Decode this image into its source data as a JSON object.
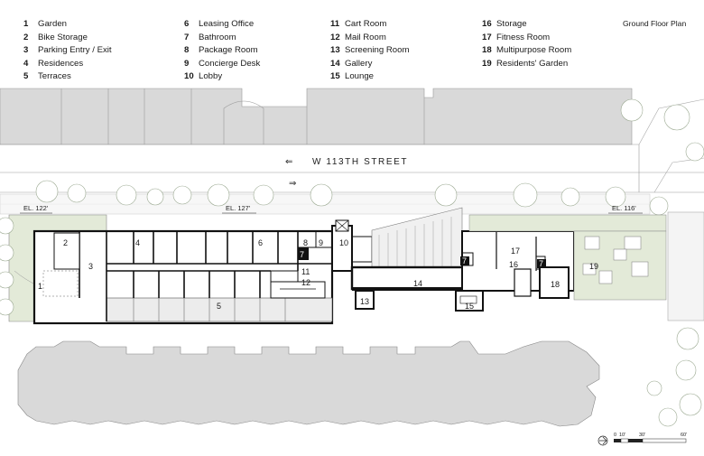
{
  "title": "Ground Floor Plan",
  "street": {
    "name": "W 113TH STREET",
    "arrow_left": "⇐",
    "arrow_right": "⇒"
  },
  "elevations": [
    "EL. 122'",
    "EL. 127'",
    "EL. 116'"
  ],
  "legend": [
    {
      "num": "1",
      "label": "Garden"
    },
    {
      "num": "2",
      "label": "Bike Storage"
    },
    {
      "num": "3",
      "label": "Parking Entry / Exit"
    },
    {
      "num": "4",
      "label": "Residences"
    },
    {
      "num": "5",
      "label": "Terraces"
    },
    {
      "num": "6",
      "label": "Leasing Office"
    },
    {
      "num": "7",
      "label": "Bathroom"
    },
    {
      "num": "8",
      "label": "Package Room"
    },
    {
      "num": "9",
      "label": "Concierge Desk"
    },
    {
      "num": "10",
      "label": "Lobby"
    },
    {
      "num": "11",
      "label": "Cart Room"
    },
    {
      "num": "12",
      "label": "Mail Room"
    },
    {
      "num": "13",
      "label": "Screening Room"
    },
    {
      "num": "14",
      "label": "Gallery"
    },
    {
      "num": "15",
      "label": "Lounge"
    },
    {
      "num": "16",
      "label": "Storage"
    },
    {
      "num": "17",
      "label": "Fitness Room"
    },
    {
      "num": "18",
      "label": "Multipurpose Room"
    },
    {
      "num": "19",
      "label": "Residents' Garden"
    }
  ],
  "scale_labels": [
    "0",
    "10'",
    "30'",
    "60'"
  ],
  "colors": {
    "context_building": "#d9d9d9",
    "garden_green": "#e3ead8",
    "tree_green": "#c9d6b8",
    "wall": "#111111"
  }
}
